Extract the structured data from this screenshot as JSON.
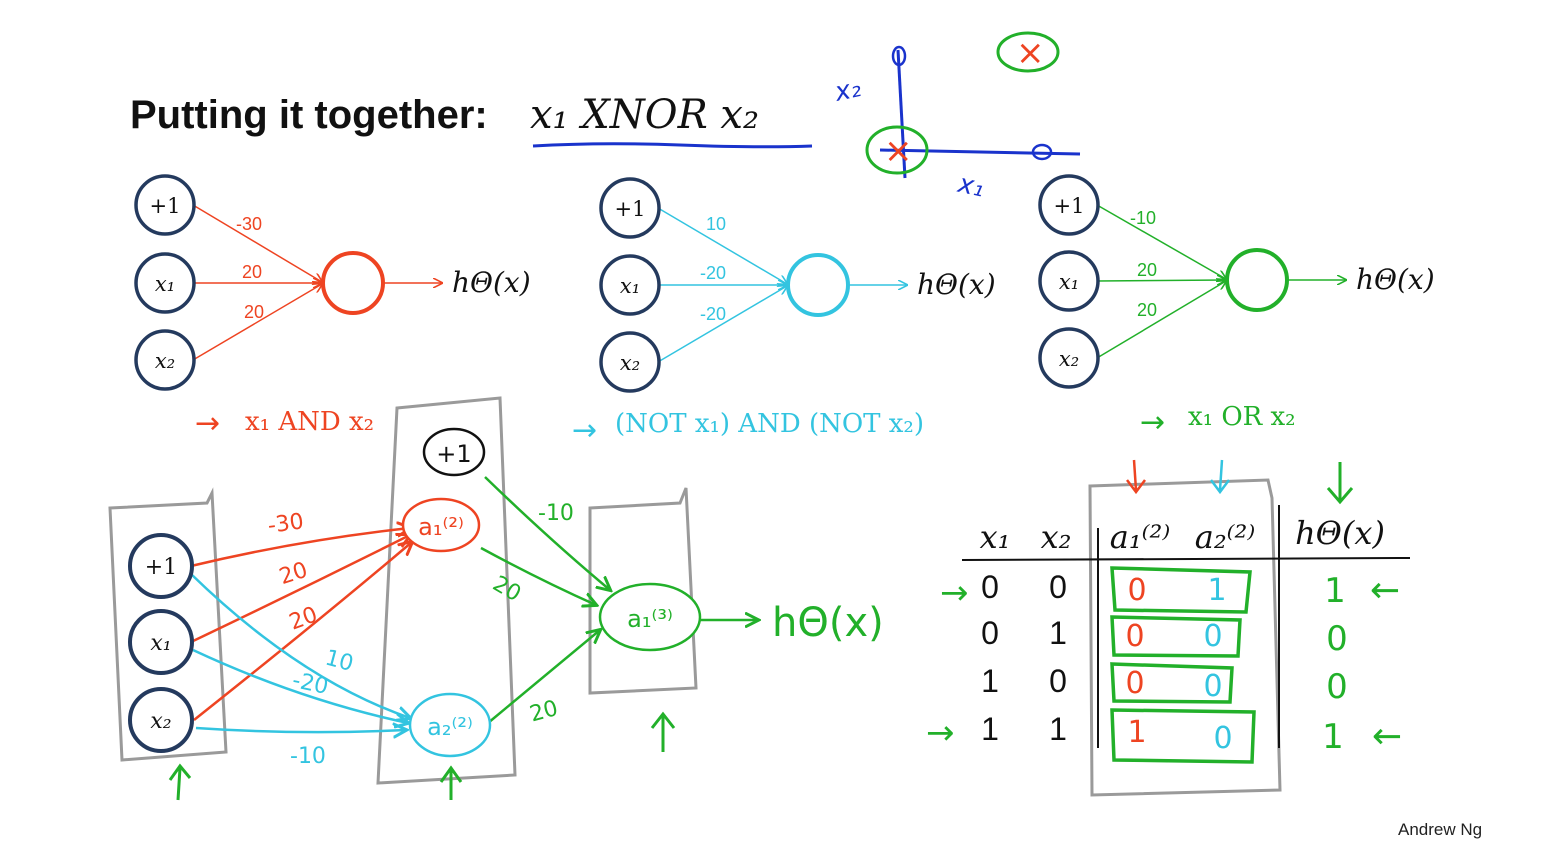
{
  "title": {
    "prefix": "Putting it together:",
    "expression": "x₁ XNOR x₂"
  },
  "colors": {
    "and": "#ee4422",
    "not_and": "#33c4e0",
    "or": "#22b02a",
    "node_border": "#243a5e",
    "ink_black": "#111111",
    "ink_blue": "#1a33cc",
    "ink_gray": "#9a9a9a"
  },
  "mini_plot": {
    "x_label": "x₁",
    "y_label": "x₂",
    "origin_mark": "×",
    "corner_mark": "×",
    "tick_zero": "0"
  },
  "networks": [
    {
      "id": "and",
      "nodes": [
        "+1",
        "x₁",
        "x₂"
      ],
      "weights": [
        "-30",
        "20",
        "20"
      ],
      "output": "hΘ(x)",
      "label": "x₁ AND x₂"
    },
    {
      "id": "not_and",
      "nodes": [
        "+1",
        "x₁",
        "x₂"
      ],
      "weights": [
        "10",
        "-20",
        "-20"
      ],
      "output": "hΘ(x)",
      "label": "(NOT x₁) AND (NOT x₂)"
    },
    {
      "id": "or",
      "nodes": [
        "+1",
        "x₁",
        "x₂"
      ],
      "weights": [
        "-10",
        "20",
        "20"
      ],
      "output": "hΘ(x)",
      "label": "x₁ OR x₂"
    }
  ],
  "combined": {
    "inputs": [
      "+1",
      "x₁",
      "x₂"
    ],
    "bias_hidden": "+1",
    "hidden": [
      "a₁⁽²⁾",
      "a₂⁽²⁾"
    ],
    "output_node": "a₁⁽³⁾",
    "output": "hΘ(x)",
    "weights_red": [
      "-30",
      "20",
      "20"
    ],
    "weights_blue": [
      "10",
      "-20",
      "-10"
    ],
    "weights_green": [
      "-10",
      "20",
      "20"
    ]
  },
  "truth_table": {
    "headers": [
      "x₁",
      "x₂",
      "a₁⁽²⁾",
      "a₂⁽²⁾",
      "hΘ(x)"
    ],
    "rows": [
      [
        "0",
        "0",
        "0",
        "1",
        "1"
      ],
      [
        "0",
        "1",
        "0",
        "0",
        "0"
      ],
      [
        "1",
        "0",
        "0",
        "0",
        "0"
      ],
      [
        "1",
        "1",
        "1",
        "0",
        "1"
      ]
    ]
  },
  "footer": {
    "author": "Andrew Ng"
  }
}
